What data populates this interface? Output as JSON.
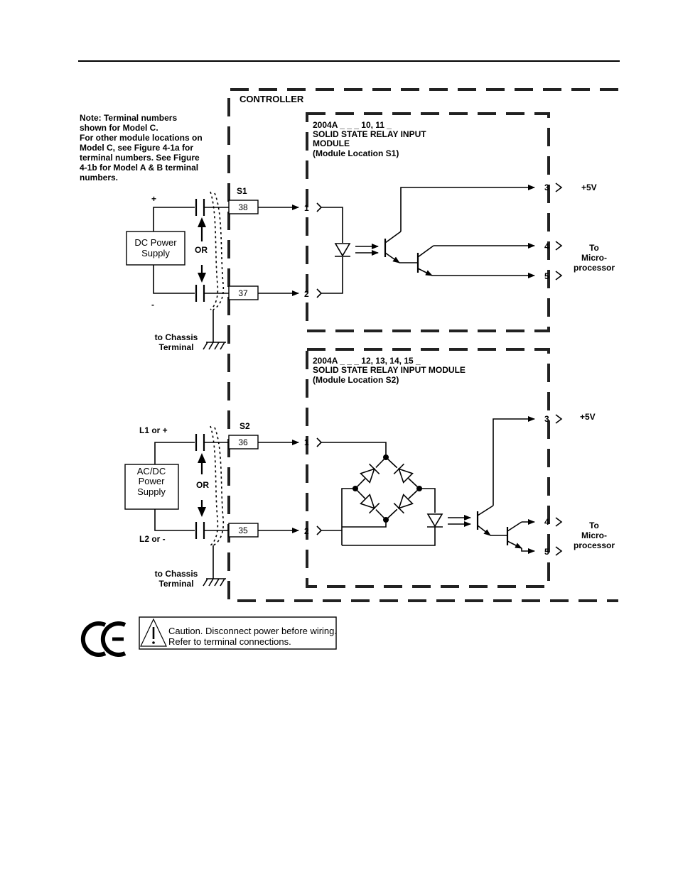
{
  "controller_label": "CONTROLLER",
  "note": [
    "Note: Terminal numbers",
    "shown for Model C.",
    "For other module locations on",
    "Model C, see Figure 4-1a for",
    "terminal numbers. See Figure",
    "4-1b for Model A & B terminal",
    "numbers."
  ],
  "module1": {
    "title": [
      "2004A _ _ _ 10, 11 _",
      "SOLID STATE RELAY INPUT",
      "MODULE",
      "(Module Location S1)"
    ],
    "slot": "S1",
    "terminals": [
      "38",
      "37"
    ],
    "inputs": [
      "1",
      "2"
    ],
    "outputs": [
      "3",
      "4",
      "5"
    ],
    "supply_label": [
      "DC Power",
      "Supply"
    ],
    "plus": "+",
    "minus": "-",
    "or": "OR",
    "plus5v": "+5V",
    "to_micro": [
      "To",
      "Micro-",
      "processor"
    ],
    "chassis": [
      "to Chassis",
      "Terminal"
    ]
  },
  "module2": {
    "title": [
      "2004A _ _ _ 12, 13, 14, 15 _",
      "SOLID STATE RELAY INPUT MODULE",
      "(Module Location S2)"
    ],
    "slot": "S2",
    "terminals": [
      "36",
      "35"
    ],
    "inputs": [
      "1",
      "2"
    ],
    "outputs": [
      "3",
      "4",
      "5"
    ],
    "supply_label": [
      "AC/DC",
      "Power",
      "Supply"
    ],
    "l1": "L1 or +",
    "l2": "L2 or  -",
    "or": "OR",
    "plus5v": "+5V",
    "to_micro": [
      "To",
      "Micro-",
      "processor"
    ],
    "chassis": [
      "to Chassis",
      "Terminal"
    ]
  },
  "footer": {
    "ce_mark": "CE",
    "caution": [
      "Caution. Disconnect power before wiring.",
      "Refer to terminal connections."
    ]
  }
}
